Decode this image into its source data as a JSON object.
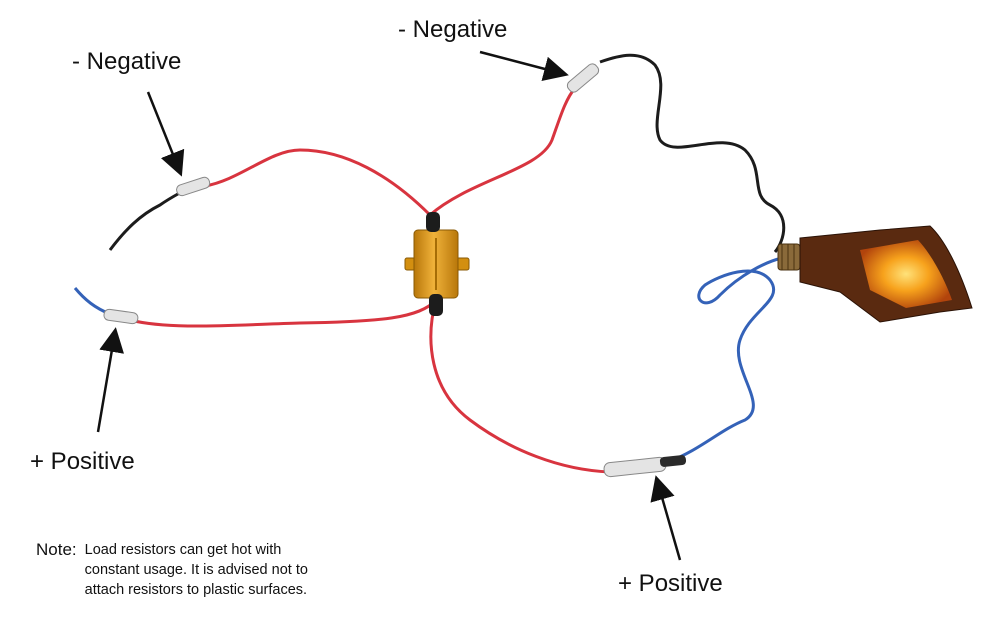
{
  "labels": {
    "neg_left": "- Negative",
    "neg_top": "- Negative",
    "pos_left": "+ Positive",
    "pos_bottom": "+ Positive"
  },
  "note": {
    "heading": "Note:",
    "text": "Load resistors can get hot with constant usage. It is advised not to attach resistors to plastic surfaces."
  },
  "colors": {
    "red_wire": "#d8343f",
    "blue_wire": "#3462b8",
    "black_wire": "#1c1c1c",
    "resistor": "#dd9a18",
    "lamp_glow": "#f7a21c"
  },
  "icons": [
    "load-resistor-icon",
    "led-indicator-lamp-icon"
  ]
}
